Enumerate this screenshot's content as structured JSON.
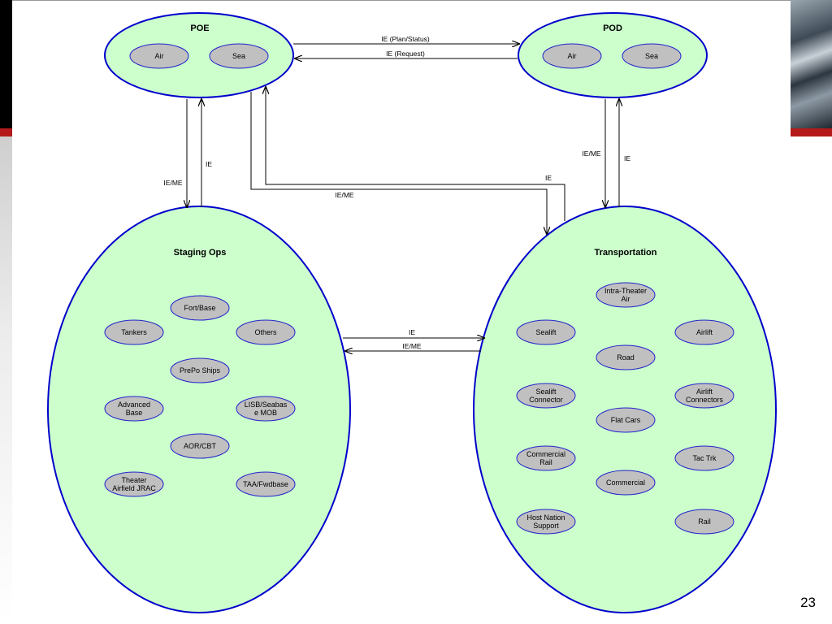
{
  "slide": {
    "page_number": "23"
  },
  "colors": {
    "ellipse_fill": "#ccffcc",
    "ellipse_stroke": "#0000cc",
    "node_fill": "#c0c0c0",
    "node_stroke": "#2222cc",
    "accent_red": "#b51a1a"
  },
  "poe": {
    "title": "POE",
    "nodes": [
      "Air",
      "Sea"
    ]
  },
  "pod": {
    "title": "POD",
    "nodes": [
      "Air",
      "Sea"
    ]
  },
  "staging": {
    "title": "Staging Ops",
    "nodes": [
      "Fort/Base",
      "Tankers",
      "Others",
      "PrePo Ships",
      "Advanced|Base",
      "LISB/Seabas|e MOB",
      "AOR/CBT",
      "Theater|Airfield JRAC",
      "TAA/Fwdbase"
    ]
  },
  "transport": {
    "title": "Transportation",
    "nodes": [
      "Intra-Theater|Air",
      "Sealift",
      "Airlift",
      "Road",
      "Sealift|Connector",
      "Airlift|Connectors",
      "Flat Cars",
      "Commercial|Rail",
      "Tac Trk",
      "Commercial",
      "Host Nation|Support",
      "Rail"
    ]
  },
  "arrows": {
    "poe_to_pod": "IE (Plan/Status)",
    "pod_to_poe": "IE (Request)",
    "poe_to_staging": "IE/ME",
    "staging_to_poe": "IE",
    "transport_to_poe": "IE",
    "poe_to_transport": "IE/ME",
    "pod_to_transport": "IE/ME",
    "transport_to_pod": "IE",
    "staging_to_transport": "IE",
    "transport_to_staging": "IE/ME"
  }
}
